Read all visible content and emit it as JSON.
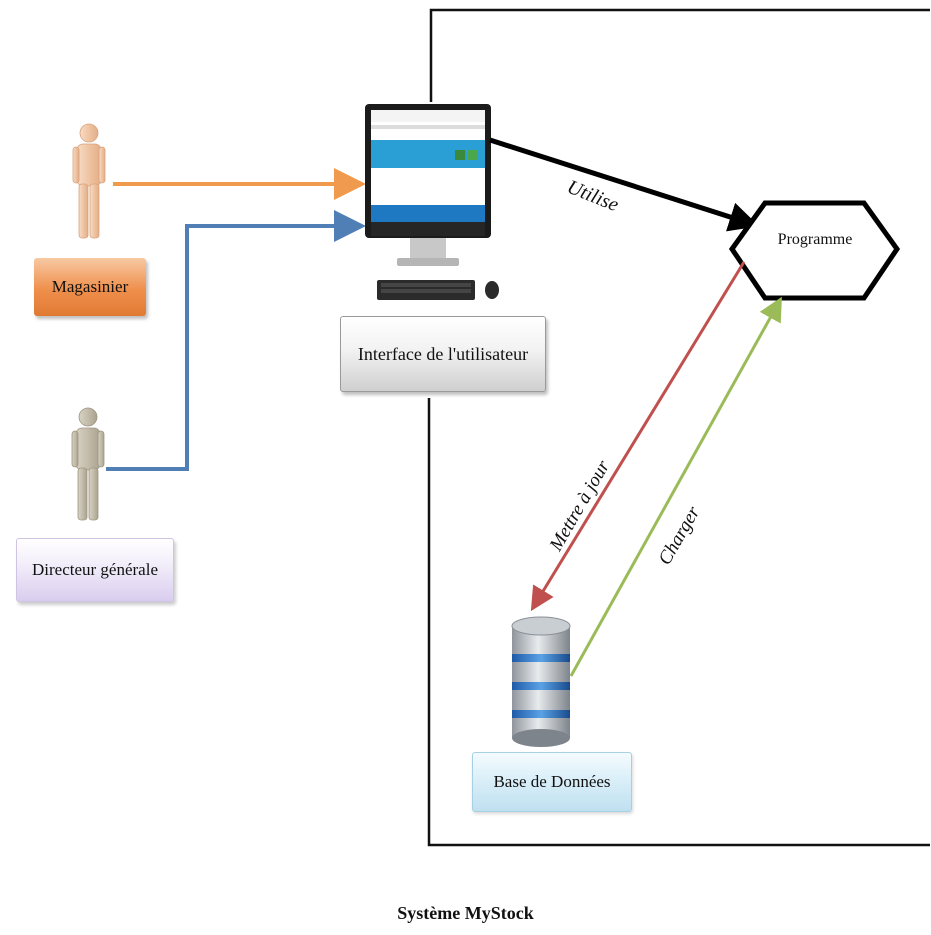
{
  "actors": {
    "magasinier": "Magasinier",
    "directeur": "Directeur  générale"
  },
  "interface_label": "Interface de l'utilisateur",
  "programme_label": "Programme",
  "database_label": "Base de Données",
  "edges": {
    "utilise": "Utilise",
    "mettre_a_jour": "Mettre à jour",
    "charger": "Charger"
  },
  "system_title": "Système MyStock",
  "colors": {
    "magasinier_arrow": "#ef9a4c",
    "directeur_arrow": "#4f7fb5",
    "utilise_arrow": "#000000",
    "mettre_a_jour_arrow": "#c0504d",
    "charger_arrow": "#9bbb59"
  },
  "icons": {
    "magasinier": "person-icon",
    "directeur": "person-icon",
    "interface": "desktop-computer-icon",
    "database": "database-icon"
  }
}
